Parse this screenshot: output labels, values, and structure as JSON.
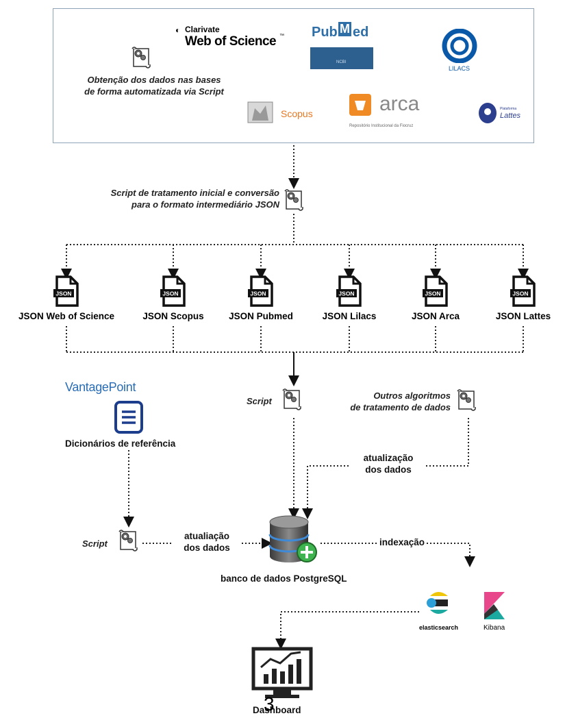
{
  "top_box": {
    "caption": "Obtenção dos dados nas bases de forma automatizada via Script",
    "caption_line1": "Obtenção dos dados nas bases",
    "caption_line2": "de forma automatizada via Script",
    "sources": {
      "wos_brand": "Clarivate",
      "wos_name": "Web of Science",
      "wos_tm": "™",
      "pubmed_left": "Pub",
      "pubmed_right": "ed",
      "pubmed_m": "M",
      "pubmed_sub": "NCBI",
      "lilacs": "LILACS",
      "scopus": "Scopus",
      "arca": "arca",
      "arca_sub": "Repositório Institucional da Fiocruz",
      "lattes_small": "Plataforma",
      "lattes": "Lattes"
    }
  },
  "conversion_step": {
    "line1": "Script de tratamento inicial e conversão",
    "line2": "para o formato intermediário JSON"
  },
  "json_badge": "JSON",
  "json_files": [
    "JSON Web of Science",
    "JSON Scopus",
    "JSON Pubmed",
    "JSON Lilacs",
    "JSON Arca",
    "JSON Lattes"
  ],
  "vantage_point": {
    "logo": "VantagePoint",
    "label": "Dicionários de referência"
  },
  "script_mid": "Script",
  "other_algorithms": {
    "line1": "Outros algoritmos",
    "line2": "de tratamento de dados"
  },
  "update_label_right": {
    "line1": "atualização",
    "line2": "dos dados"
  },
  "script_left": "Script",
  "update_label_left": {
    "line1": "atualiação",
    "line2": "dos dados"
  },
  "database": "banco de dados PostgreSQL",
  "indexing": "indexação",
  "elasticsearch": "elasticsearch",
  "kibana": "Kibana",
  "dashboard": "Dashboard",
  "page_number": "3",
  "colors": {
    "vantage_blue": "#2a6db5",
    "doc_navy": "#1c3c8c",
    "pubmed_blue": "#2f6fa8",
    "lilacs_blue": "#0a58a8",
    "scopus_orange": "#e87722",
    "arca_orange": "#f08a24",
    "db_green": "#3fb34f",
    "kibana_pink": "#e8478b",
    "kibana_teal": "#1ba9a0",
    "elastic_yellow": "#f0c60a"
  }
}
